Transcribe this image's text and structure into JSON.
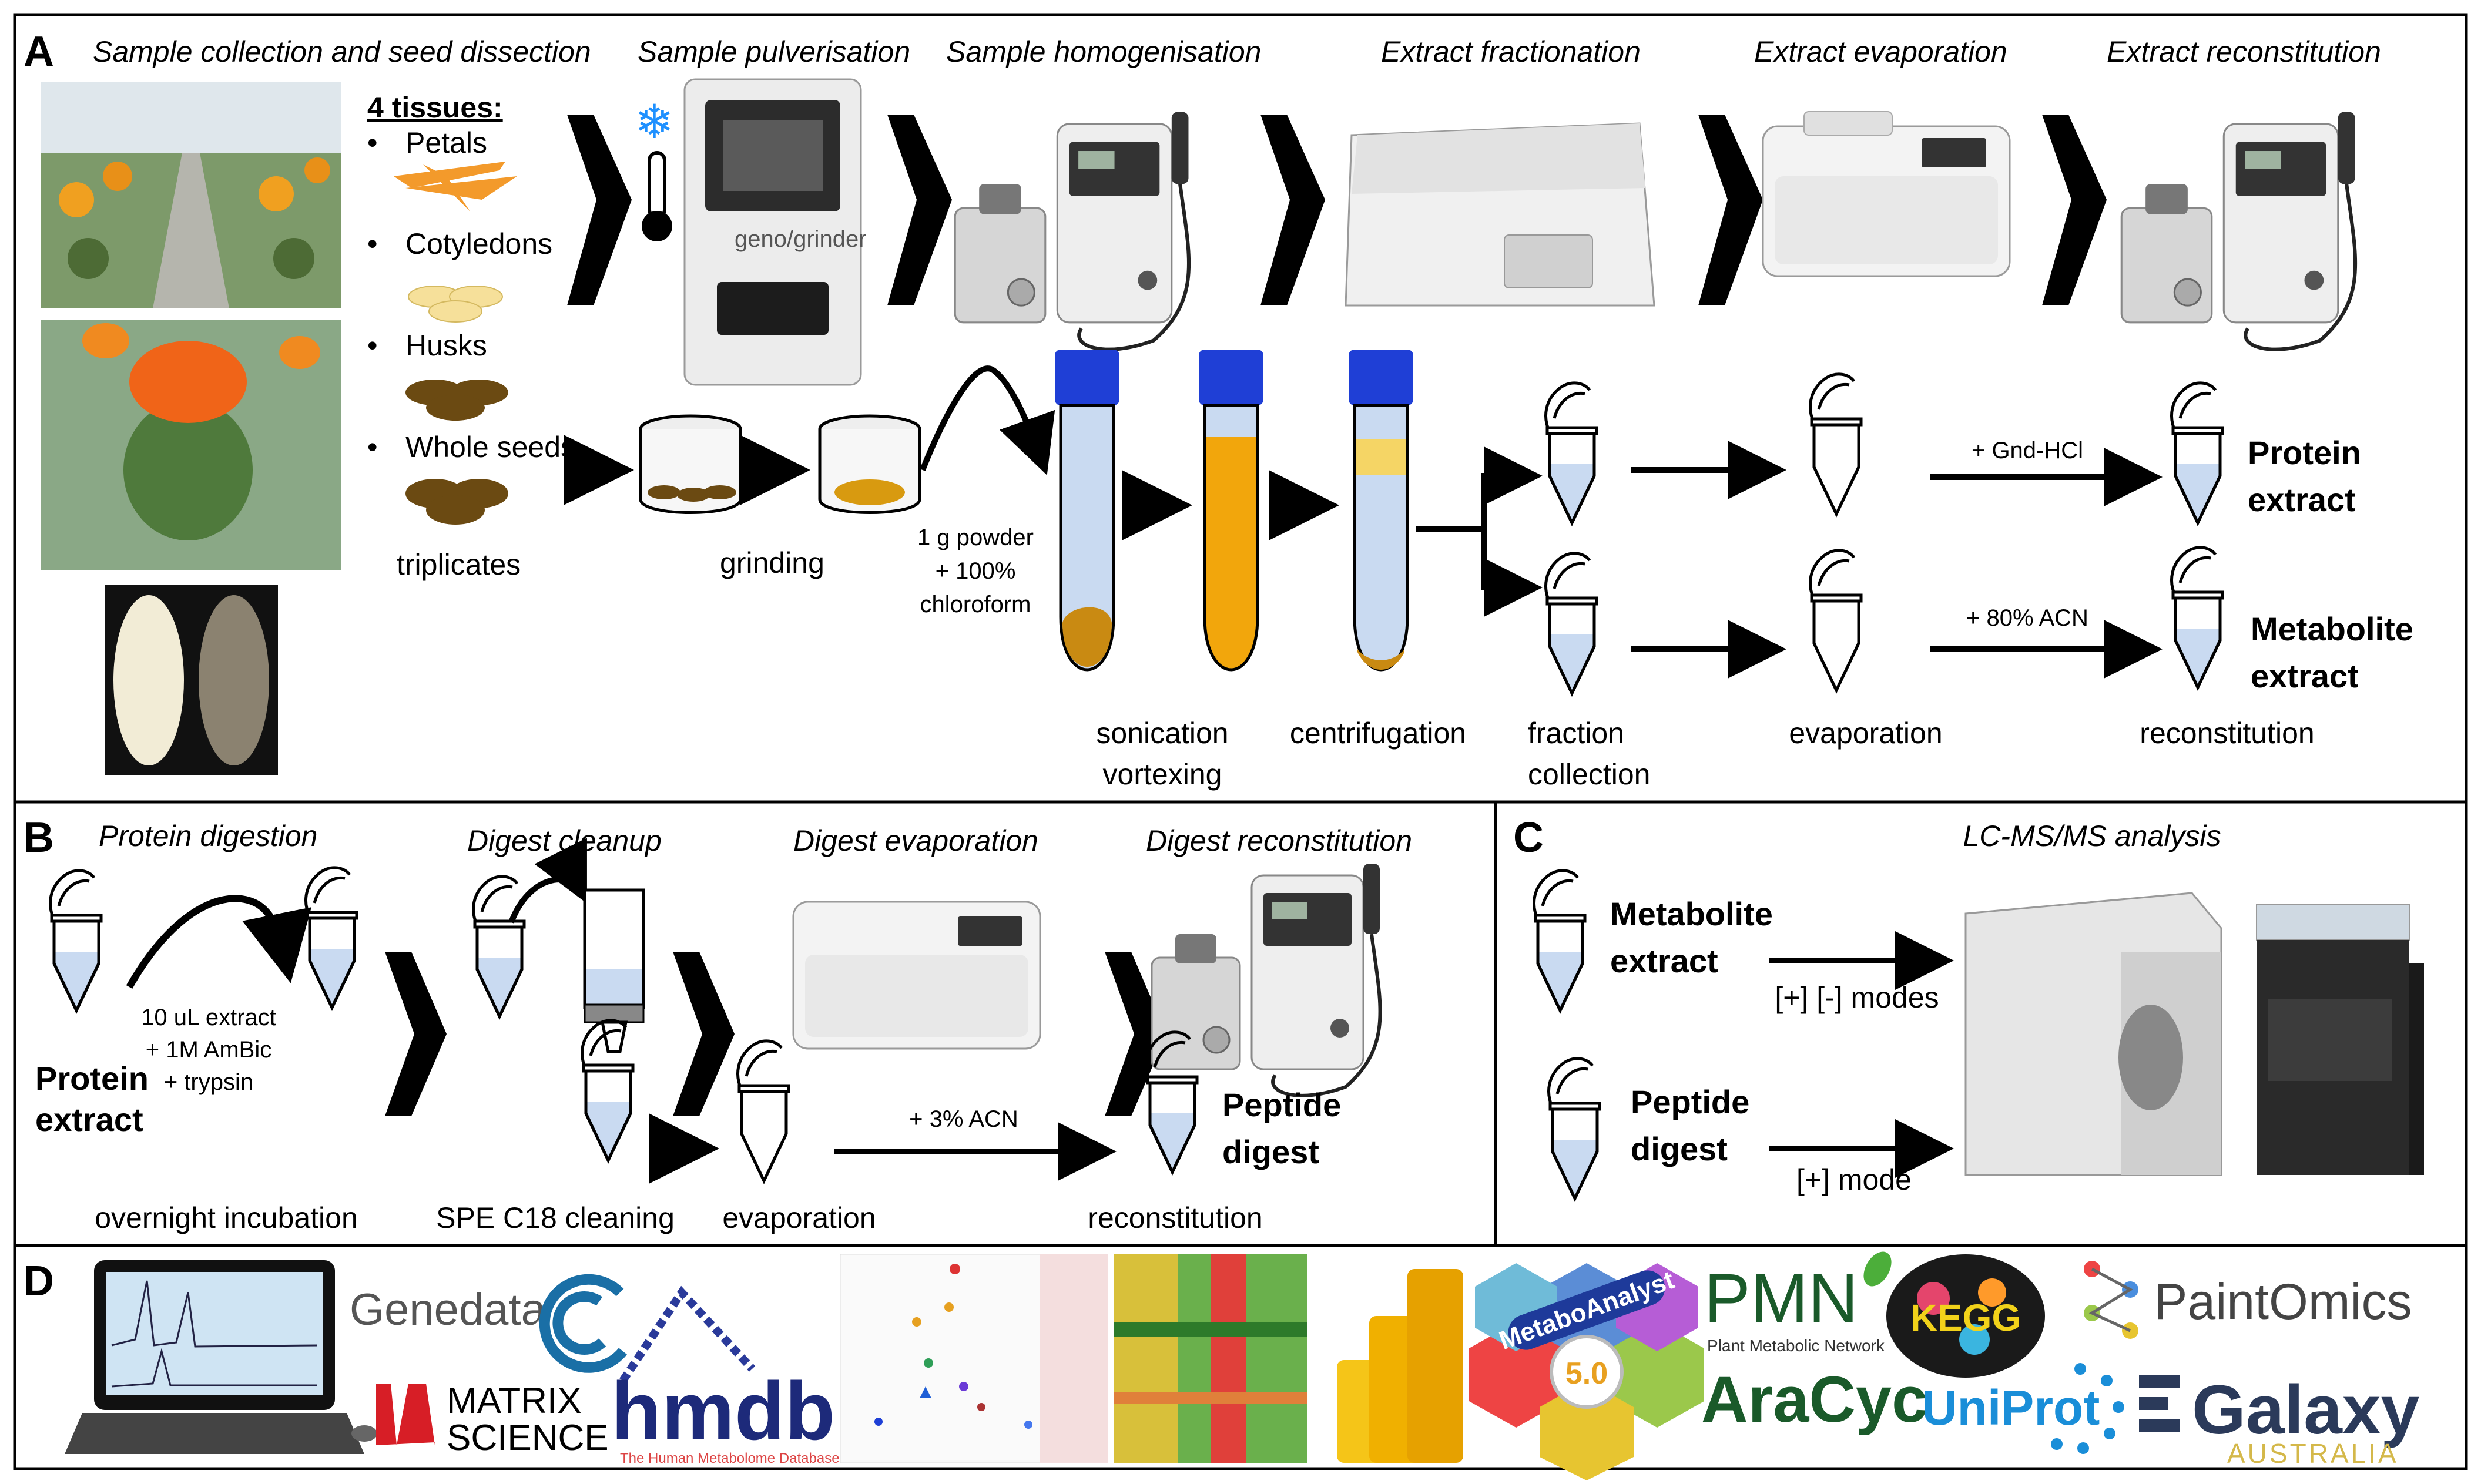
{
  "panels": {
    "a": "A",
    "b": "B",
    "c": "C",
    "d": "D"
  },
  "steps_a": {
    "collection": "Sample collection and seed dissection",
    "pulverisation": "Sample pulverisation",
    "homogenisation": "Sample homogenisation",
    "fractionation": "Extract fractionation",
    "evaporation": "Extract evaporation",
    "reconstitution": "Extract reconstitution"
  },
  "tissues": {
    "heading": "4 tissues:",
    "items": [
      "Petals",
      "Cotyledons",
      "Husks",
      "Whole seeds"
    ],
    "replicates": "triplicates"
  },
  "grinder_brand": "geno/grinder",
  "process_a": {
    "grinding": "grinding",
    "powder_line1": "1 g powder",
    "powder_line2": "+ 100%",
    "powder_line3": "chloroform",
    "sonication": "sonication",
    "vortexing": "vortexing",
    "centrifugation": "centrifugation",
    "fraction": "fraction",
    "collection": "collection",
    "evaporation": "evaporation",
    "gnd": "+ Gnd-HCl",
    "acn80": "+ 80% ACN",
    "protein_line1": "Protein",
    "protein_line2": "extract",
    "metabolite_line1": "Metabolite",
    "metabolite_line2": "extract",
    "reconstitution": "reconstitution"
  },
  "steps_b": {
    "digestion": "Protein digestion",
    "cleanup": "Digest cleanup",
    "evaporation": "Digest evaporation",
    "reconstitution": "Digest reconstitution"
  },
  "process_b": {
    "extract_line": "10 uL extract",
    "ambic_line": "+ 1M AmBic",
    "trypsin_line": "+ trypsin",
    "protein_line1": "Protein",
    "protein_line2": "extract",
    "overnight": "overnight incubation",
    "spe": "SPE C18 cleaning",
    "evaporation": "evaporation",
    "acn3": "+ 3% ACN",
    "peptide_line1": "Peptide",
    "peptide_line2": "digest",
    "reconstitution": "reconstitution"
  },
  "panel_c": {
    "title": "LC-MS/MS analysis",
    "metabolite_line1": "Metabolite",
    "metabolite_line2": "extract",
    "modes_metabolite": "[+] [-] modes",
    "peptide_line1": "Peptide",
    "peptide_line2": "digest",
    "modes_peptide": "[+] mode"
  },
  "panel_d": {
    "genedata": "Genedata",
    "matrix_line1": "MATRIX",
    "matrix_line2": "SCIENCE",
    "hmdb": "hmdb",
    "hmdb_sub": "The Human Metabolome Database",
    "metaboanalyst": "MetaboAnalyst",
    "metaboanalyst_version": "5.0",
    "pmn": "PMN",
    "pmn_sub": "Plant Metabolic Network",
    "aracyc": "AraCyc",
    "kegg": "KEGG",
    "uniprot": "UniProt",
    "paintomics": "PaintOmics",
    "galaxy": "Galaxy",
    "galaxy_sub": "AUSTRALIA"
  },
  "colors": {
    "tube_blue": "#c9daf1",
    "tube_cap": "#1f3fd6",
    "chloroform": "#f2a60c",
    "pellet": "#c98a12",
    "layer_top": "#f5d565",
    "petals": "#f39a2b",
    "cotyledons": "#f6e09a",
    "husks": "#6b4a12"
  }
}
